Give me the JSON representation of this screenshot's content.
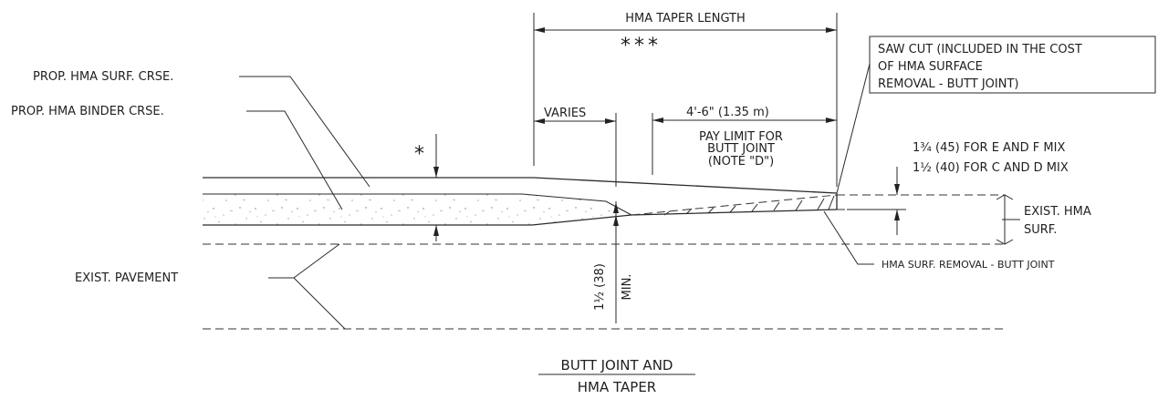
{
  "labels": {
    "prop_surf": "PROP. HMA SURF. CRSE.",
    "prop_binder": "PROP. HMA BINDER CRSE.",
    "exist_pavement": "EXIST. PAVEMENT",
    "taper_length": "HMA TAPER LENGTH",
    "taper_note_symbol": "***",
    "varies": "VARIES",
    "butt_dim": "4'-6\" (1.35 m)",
    "pay_limit": [
      "PAY LIMIT FOR",
      "BUTT JOINT",
      "(NOTE \"D\")"
    ],
    "saw_cut": [
      "SAW CUT (INCLUDED IN THE COST",
      "OF HMA SURFACE",
      "REMOVAL - BUTT JOINT)"
    ],
    "mix_ef": "1¾ (45)  FOR E AND F MIX",
    "mix_cd": "1½ (40) FOR C AND D MIX",
    "exist_hma": [
      "EXIST. HMA",
      "SURF."
    ],
    "surf_removal": "HMA SURF. REMOVAL - BUTT JOINT",
    "min_dim": "1½ (38)",
    "min_label": "MIN.",
    "thickness_symbol": "*"
  },
  "title": {
    "line1": "BUTT JOINT AND",
    "line2": "HMA TAPER"
  }
}
